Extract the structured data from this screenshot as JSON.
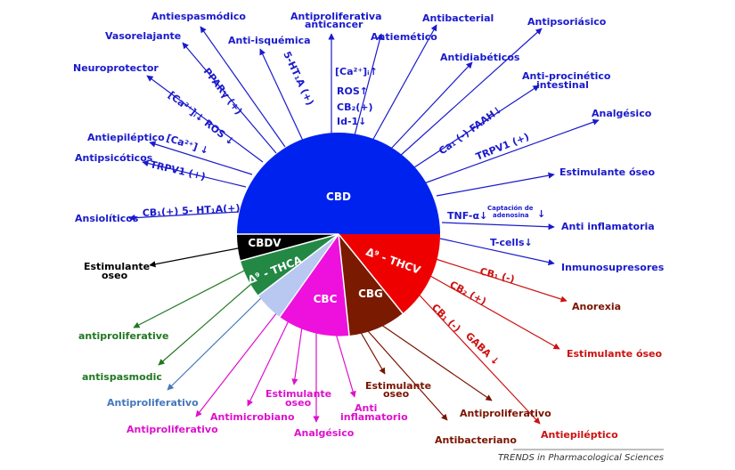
{
  "colors": {
    "blue": "#1a1acc",
    "red": "#cc1111",
    "darkred": "#7a1400",
    "magenta": "#dd11cc",
    "green": "#227722",
    "steelblue": "#4477bb",
    "black": "#000000"
  },
  "segments": {
    "cbd": "CBD",
    "cbdv": "CBDV",
    "thca": "Δ⁹ - THCA",
    "thcv": "Δ⁹ - THCV",
    "cbc": "CBC",
    "cbg": "CBG"
  },
  "effects": {
    "antiespasmodico": "Antiespasmódico",
    "vasorelajante": "Vasorelajante",
    "neuroprotector": "Neuroprotector",
    "antiepileptico_cbd": "Antiepiléptico",
    "antipsicoticos": "Antipsicóticos",
    "ansioliticos": "Ansiolíticos",
    "antiisquemica": "Anti-isquémica",
    "antiproliferativa_1": "Antiproliferativa",
    "antiproliferativa_2": "anticancer",
    "antiemetico": "Antiemético",
    "antibacterial": "Antibacterial",
    "antidiabeticos": "Antidiabéticos",
    "antipsoriasico": "Antipsoriásico",
    "antiprocinetico_1": "Anti-procinético",
    "antiprocinetico_2": "intestinal",
    "analgesico_cbd": "Analgésico",
    "estimulante_oseo_cbd": "Estimulante óseo",
    "anti_inflamatoria": "Anti inflamatoria",
    "inmunosupresores": "Inmunosupresores",
    "estimulante_oseo_cbdv_1": "Estimulante",
    "estimulante_oseo_cbdv_2": "oseo",
    "antiproliferative_green": "antiproliferative",
    "antispasmodic_green": "antispasmodic",
    "antiproliferativo_steel": "Antiproliferativo",
    "antiproliferativo_cbc": "Antiproliferativo",
    "antimicrobiano": "Antimicrobiano",
    "estimulante_cbc_1": "Estimulante",
    "estimulante_cbc_2": "oseo",
    "analgesico_cbc": "Analgésico",
    "anti_inflamatorio_1": "Anti",
    "anti_inflamatorio_2": "inflamatorio",
    "estimulante_cbg_1": "Estimulante",
    "estimulante_cbg_2": "oseo",
    "antiproliferativo_cbg": "Antiproliferativo",
    "antibacteriano": "Antibacteriano",
    "anorexia": "Anorexia",
    "estimulante_oseo_thcv": "Estimulante óseo",
    "antiepileptico_thcv": "Antiepiléptico"
  },
  "mechanisms": {
    "ppar": "PPARγ (+)",
    "ca_ros": "[Ca²⁺]ᵢ↓  ROS ↓",
    "ca_down": "[Ca²⁺] ↓",
    "trpv1_left": "TRPV1 (+)",
    "cb1_5ht1a": "CB₁(+) 5- HT₁A(+)",
    "ht1a": "5-HT₁A (+)",
    "ca_up": "[Ca²⁺]ᵢ↑",
    "ros_up": "ROS↑",
    "cb2_plus": "CB₂(+)",
    "id1": "Id-1↓",
    "ca1_faah": "Ca₁ (-) FAAH↓",
    "trpv1_right": "TRPV1 (+)",
    "tnf": "TNF-α↓",
    "captacion_1": "Captación de",
    "captacion_2": "adenosina",
    "captacion_arrow": "↓",
    "tcells": "T-cells↓",
    "cb1_minus_a": "CB₁ (-)",
    "cb2_plus_b": "CB₂ (+)",
    "cb1_minus_b": "CB₁ (-)",
    "gaba": "GABA ↓"
  },
  "credit": "TRENDS in Pharmacological Sciences"
}
